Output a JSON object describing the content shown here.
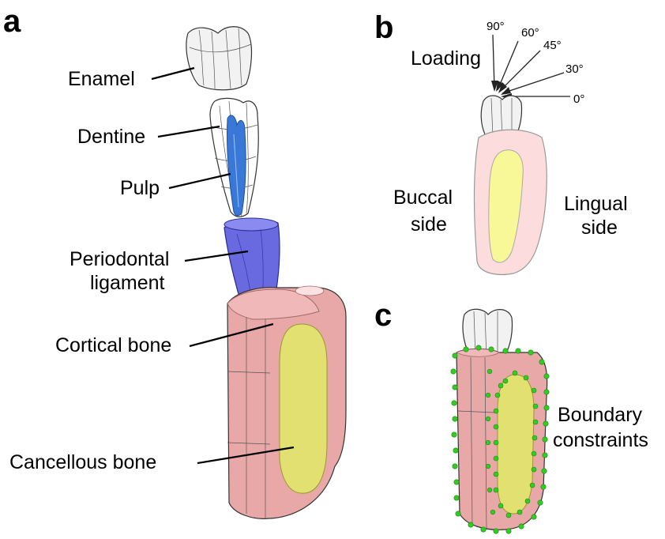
{
  "panels": {
    "a": "a",
    "b": "b",
    "c": "c"
  },
  "panel_a": {
    "enamel": "Enamel",
    "dentine": "Dentine",
    "pulp": "Pulp",
    "periodontal_line1": "Periodontal",
    "periodontal_line2": "ligament",
    "cortical": "Cortical bone",
    "cancellous": "Cancellous bone"
  },
  "panel_b": {
    "loading": "Loading",
    "angles": [
      "90°",
      "60°",
      "45°",
      "30°",
      "0°"
    ],
    "buccal_line1": "Buccal",
    "buccal_line2": "side",
    "lingual_line1": "Lingual",
    "lingual_line2": "side"
  },
  "panel_c": {
    "boundary_line1": "Boundary",
    "boundary_line2": "constraints"
  },
  "colors": {
    "enamel": "#efefef",
    "pulp": "#3a78d8",
    "ligament": "#6666dd",
    "cortical": "#e8a8a8",
    "cancellous": "#e2e070",
    "cortical_light": "#fcdcdc",
    "cancellous_light": "#f8f898",
    "constraints": "#33cc22"
  }
}
